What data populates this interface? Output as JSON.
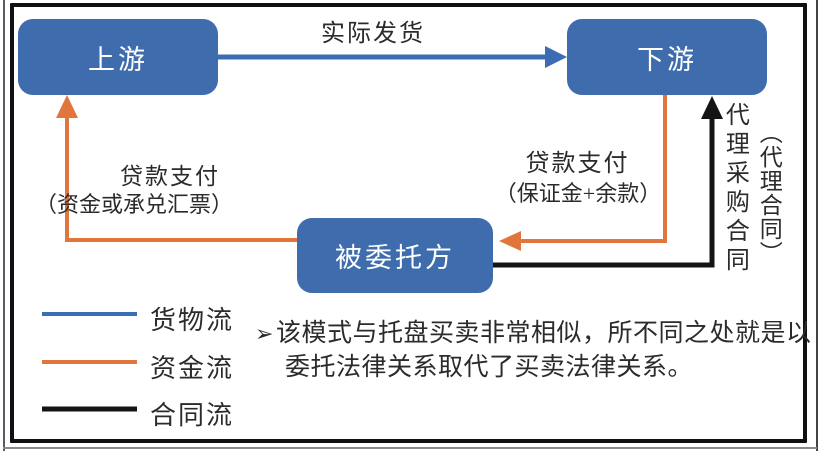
{
  "nodes": {
    "upstream": {
      "label": "上游"
    },
    "downstream": {
      "label": "下游"
    },
    "entrusted": {
      "label": "被委托方"
    }
  },
  "edges": {
    "shipping": {
      "label": "实际发货",
      "from": "上游",
      "to": "下游"
    },
    "payment_to_entrusted": {
      "line1": "贷款支付",
      "line2": "（保证金+余款）",
      "from": "下游",
      "to": "被委托方"
    },
    "payment_to_upstream": {
      "line1": "贷款支付",
      "line2": "（资金或承兑汇票）",
      "from": "被委托方",
      "to": "上游"
    },
    "agency_contract": {
      "col1": "代理采购合同",
      "col2": "（代理合同）",
      "from": "被委托方",
      "to": "下游"
    }
  },
  "legend": {
    "items": [
      {
        "label": "货物流",
        "color": "#3C6DB4"
      },
      {
        "label": "资金流",
        "color": "#E0763C"
      },
      {
        "label": "合同流",
        "color": "#141414"
      }
    ]
  },
  "note": {
    "bullet": "➢",
    "text": "该模式与托盘买卖非常相似，所不同之处就是以委托法律关系取代了买卖法律关系。"
  },
  "colors": {
    "node_fill": "#3E6CAD",
    "node_text": "#FFFFFF",
    "goods": "#3C6DB4",
    "funds": "#E0763C",
    "contract": "#141414",
    "frame": "#101010"
  }
}
